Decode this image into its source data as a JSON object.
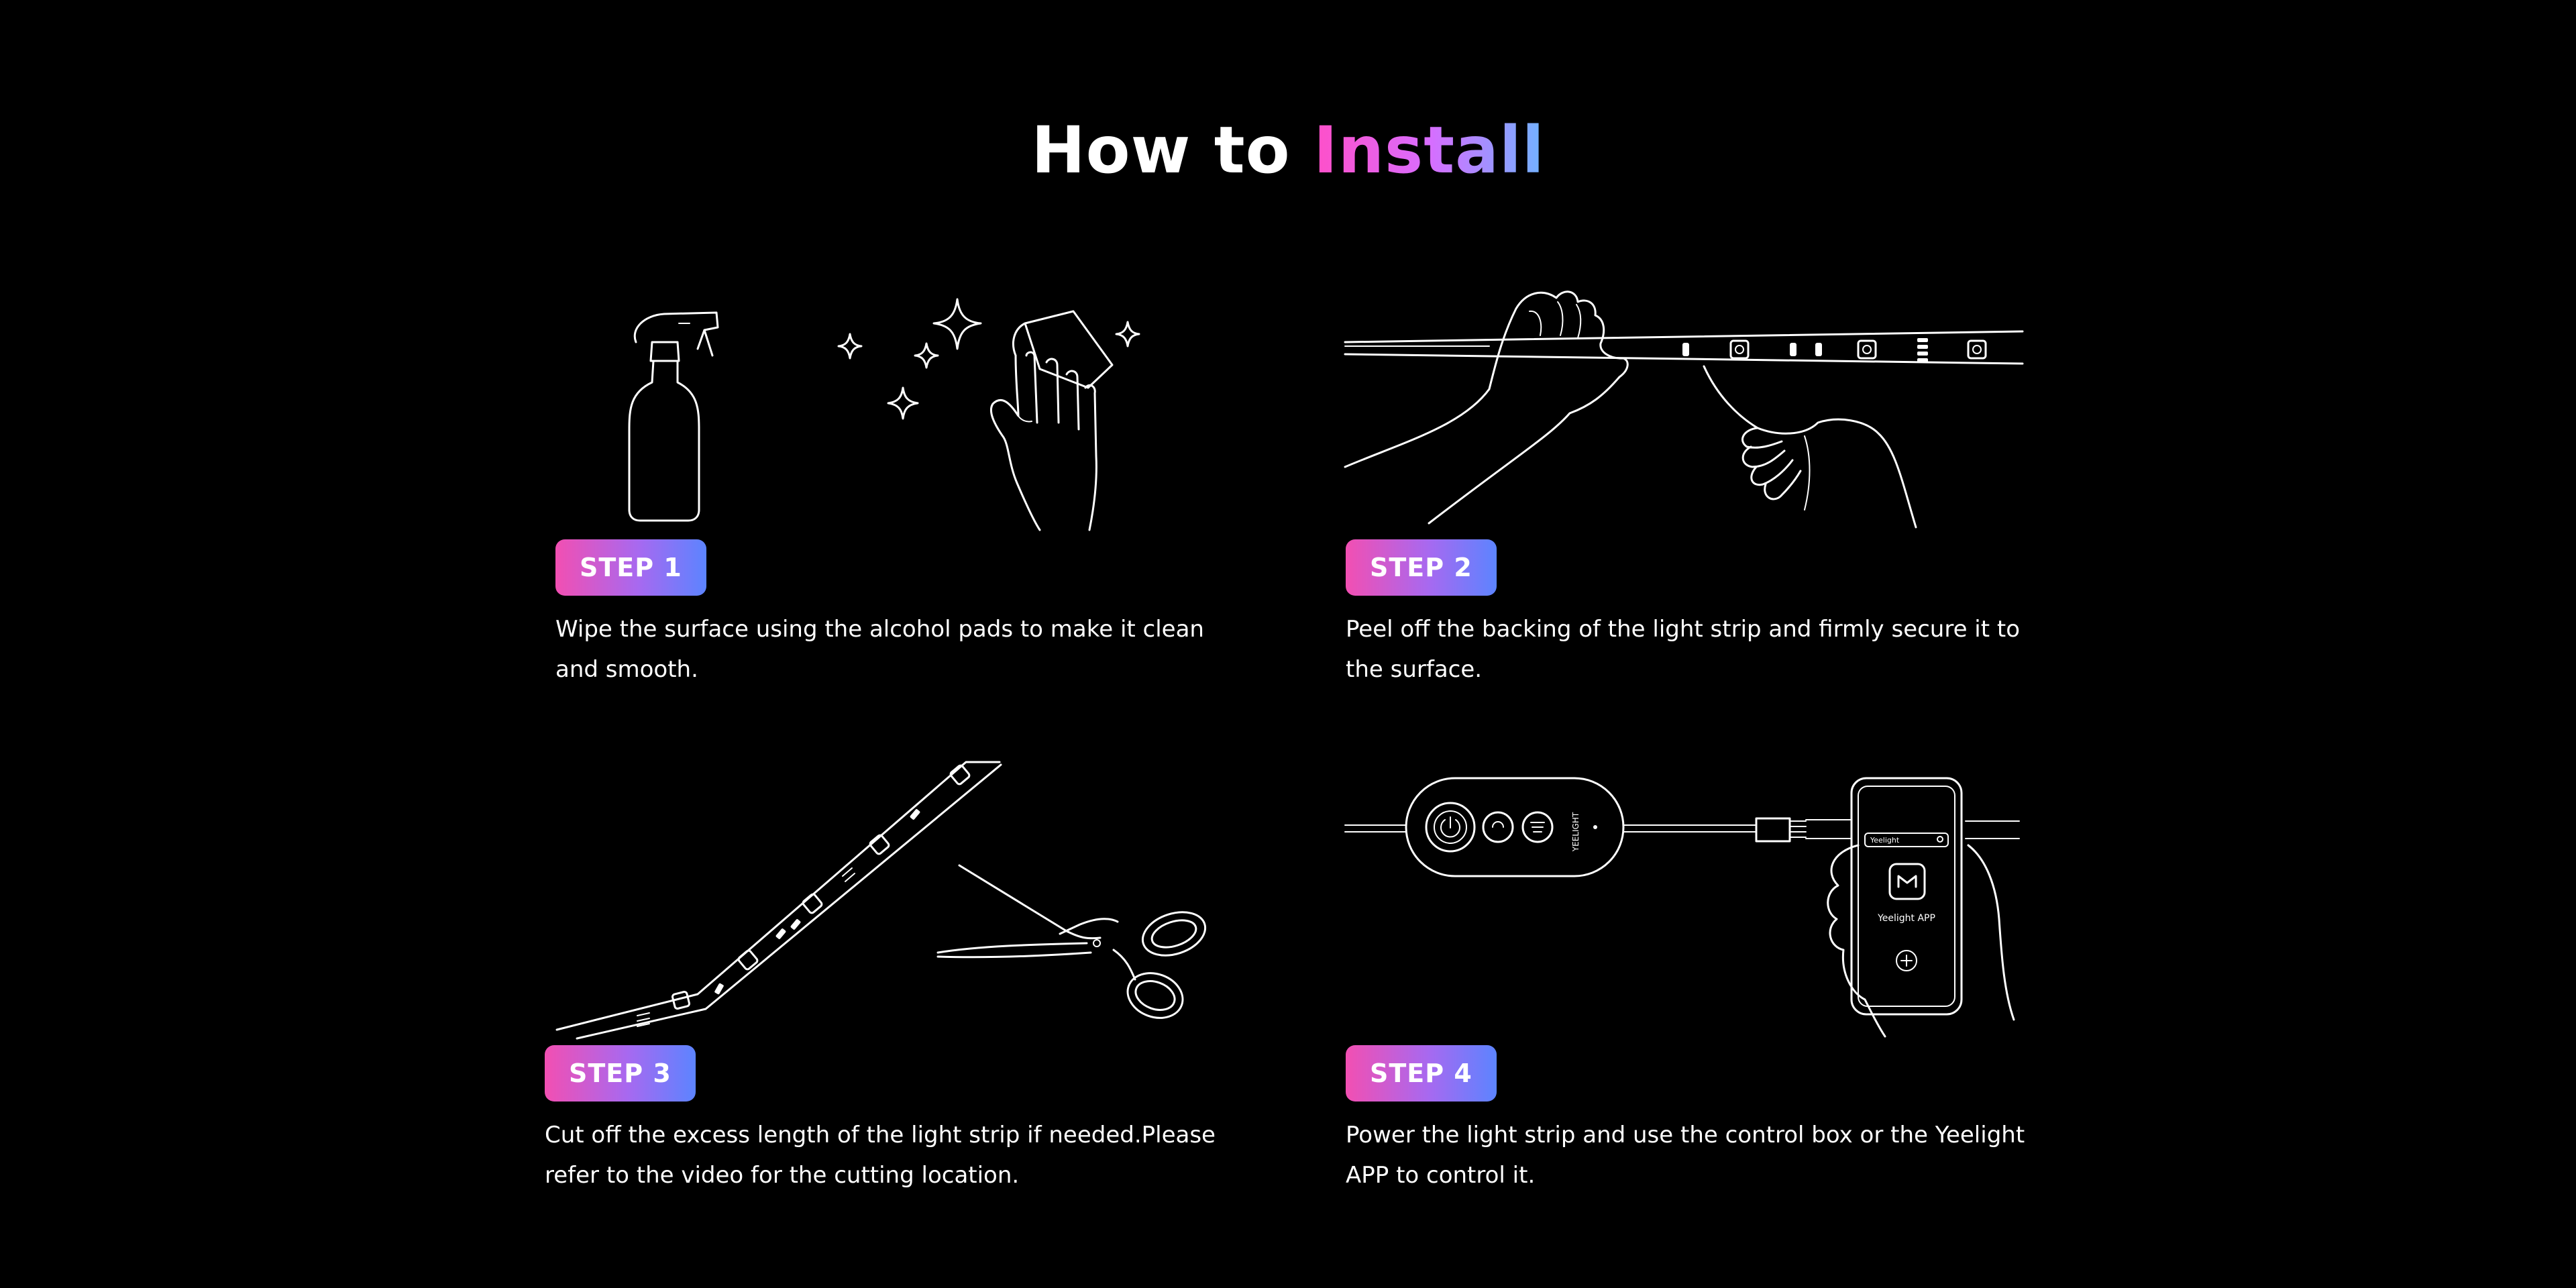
{
  "title": {
    "prefix": "How to",
    "accent": "Install"
  },
  "steps": [
    {
      "badge": "STEP 1",
      "text": "Wipe the surface using the alcohol pads to make it clean and smooth."
    },
    {
      "badge": "STEP 2",
      "text": "Peel off the backing of the light strip and firmly secure it to the surface."
    },
    {
      "badge": "STEP 3",
      "text": "Cut off the excess length of the light strip if needed.Please refer to the video for the cutting location."
    },
    {
      "badge": "STEP 4",
      "text": "Power the light strip and use the control box or the Yeelight APP to control it."
    }
  ],
  "illustration": {
    "controller_label": "YEELIGHT",
    "phone_search_text": "Yeelight",
    "phone_app_label": "Yeelight APP"
  },
  "colors": {
    "background": "#000000",
    "text": "#ffffff",
    "gradient_start": "#f24fb2",
    "gradient_end": "#5c84ff"
  }
}
